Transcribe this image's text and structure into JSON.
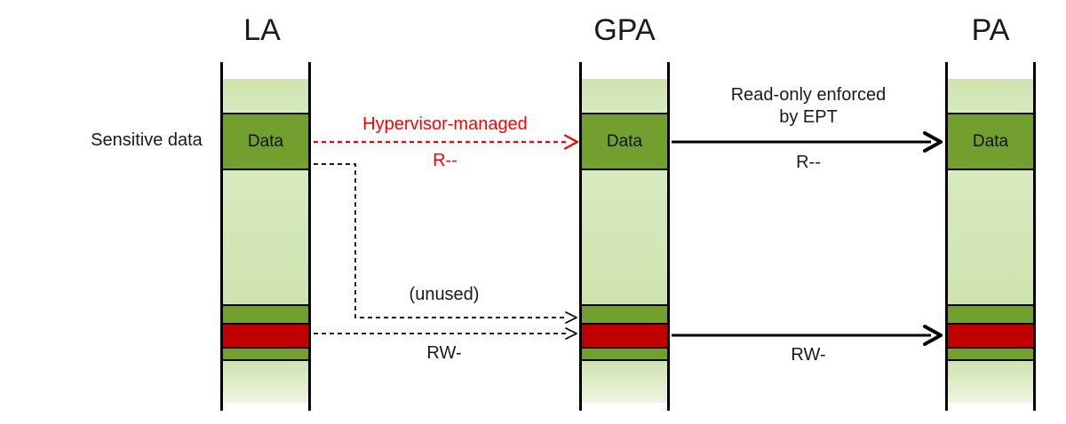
{
  "colors": {
    "ink": "#000000",
    "dark-green": "#72A02F",
    "light-green": "#CFE3AE",
    "light-green-2": "#D8EABF",
    "light-green-fade": "#EDF5E2",
    "red-fill": "#C00000",
    "arrow-red": "#FF0000"
  },
  "columns": [
    {
      "title": "LA",
      "data_label": "Data"
    },
    {
      "title": "GPA",
      "data_label": "Data"
    },
    {
      "title": "PA",
      "data_label": "Data"
    }
  ],
  "labels": {
    "sensitive": "Sensitive data",
    "hypervisor": "Hypervisor-managed",
    "hypervisor_perm": "R--",
    "unused": "(unused)",
    "rw_left": "RW-",
    "ept_line1": "Read-only enforced",
    "ept_line2": "by EPT",
    "ept_perm": "R--",
    "rw_right": "RW-"
  }
}
